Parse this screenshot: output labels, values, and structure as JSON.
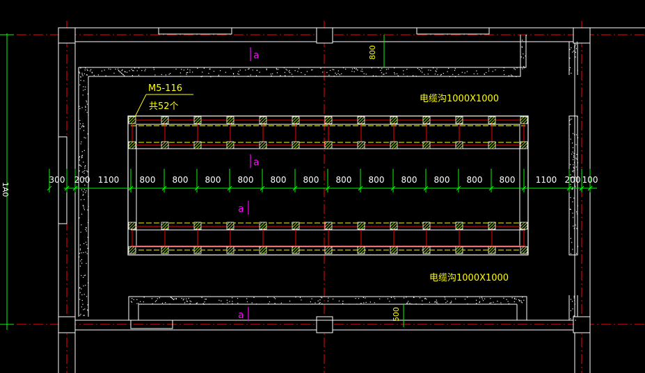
{
  "drawing": {
    "callout": {
      "part_label": "M5-116",
      "count_label": "共52个"
    },
    "cable_trench_upper": "电缆沟1000X1000",
    "cable_trench_lower": "电缆沟1000X1000",
    "section_marks": [
      "a",
      "a",
      "a",
      "a"
    ],
    "dim_vertical_top": "800",
    "dim_vertical_bottom": "500",
    "dim_row": [
      "300",
      "200",
      "1100",
      "800",
      "800",
      "800",
      "800",
      "800",
      "800",
      "800",
      "800",
      "800",
      "800",
      "800",
      "800",
      "1100",
      "200",
      "100"
    ],
    "left_edge_text": "1A0",
    "colors": {
      "background": "#000000",
      "wall": "#ffffff",
      "axis": "#ff0000",
      "dimension": "#00ff00",
      "text": "#ffff00",
      "section_mark": "#ff00ff",
      "embed_plate": "#b4ff00"
    }
  }
}
